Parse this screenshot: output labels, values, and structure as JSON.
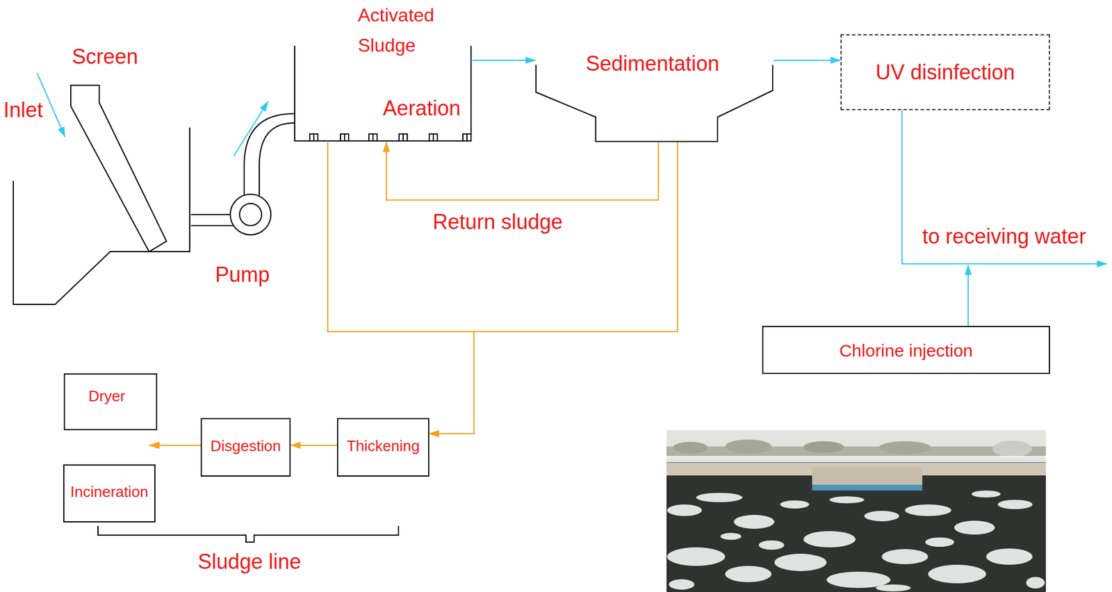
{
  "diagram": {
    "nodes": [
      {
        "text": [
          "Screen"
        ]
      },
      {
        "text": [
          "Pump"
        ]
      },
      {
        "text": [
          "Activated Sludge",
          "Aeration"
        ]
      },
      {
        "text": [
          "Sedimentation"
        ]
      },
      {
        "text": [
          "UV disinfection"
        ]
      },
      {
        "text": [
          "Chlorine injection"
        ]
      },
      {
        "text": [
          "Dryer"
        ]
      },
      {
        "text": [
          "Thickening"
        ]
      },
      {
        "text": [
          "Disgestion"
        ]
      },
      {
        "text": [
          "Incineration"
        ]
      }
    ],
    "edges": [
      {
        "from": 0,
        "to": 1,
        "arrow": "none"
      },
      {
        "from": 1,
        "to": 2,
        "arrow": "none"
      },
      {
        "from": 2,
        "to": 3,
        "arrow": "to"
      },
      {
        "from": 3,
        "to": 4,
        "arrow": "to"
      },
      {
        "from": 3,
        "to": 2,
        "label": "Return sludge",
        "arrow": "to"
      },
      {
        "from": 2,
        "to": 7,
        "arrow": "to"
      },
      {
        "from": 3,
        "to": 7,
        "arrow": "to"
      },
      {
        "from": 7,
        "to": 8,
        "arrow": "to"
      },
      {
        "from": 8,
        "to": 6,
        "arrow": "to"
      },
      {
        "from": 8,
        "to": 9,
        "arrow": "to"
      }
    ],
    "labels": [
      "Inlet",
      "to receiving water",
      "Sludge line"
    ]
  }
}
